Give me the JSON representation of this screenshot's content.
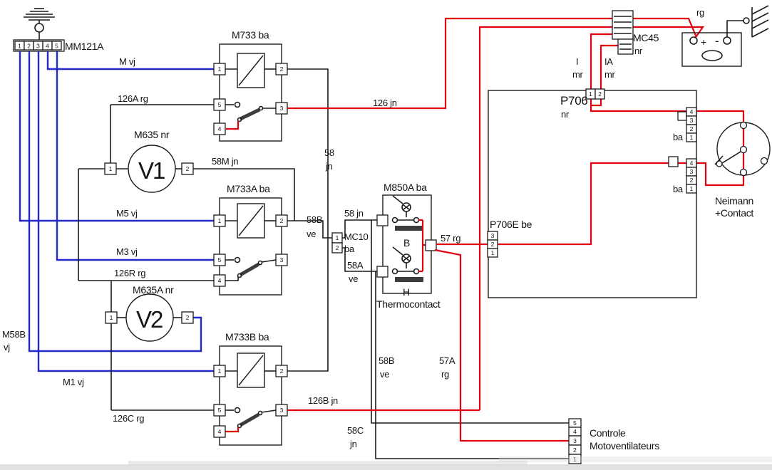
{
  "colors": {
    "wire_black": "#1c1c1c",
    "wire_red": "#e10010",
    "wire_blue": "#2328c8",
    "background": "#ffffff"
  },
  "mm121a": {
    "label": "MM121A",
    "pins": [
      "1",
      "2",
      "3",
      "4",
      "5"
    ]
  },
  "wires": {
    "m_vj": "M vj",
    "a126a": "126A rg",
    "m58m": "58M jn",
    "m5_vj": "M5 vj",
    "m3_vj": "M3 vj",
    "a126r": "126R rg",
    "m58b_l1": "M58B",
    "m58b_l2": "vj",
    "m1_vj": "M1 vj",
    "a126c": "126C rg",
    "a126b": "126B jn",
    "j58_l1": "58",
    "j58_l2": "jn",
    "b58mc_l1": "58B",
    "b58mc_l2": "ve",
    "j58_b": "58 jn",
    "a58a_l1": "58A",
    "a58a_l2": "ve",
    "b58bot_l1": "58B",
    "b58bot_l2": "ve",
    "a57a_l1": "57A",
    "a57a_l2": "rg",
    "c58_l1": "58C",
    "c58_l2": "jn",
    "a126jn": "126 jn",
    "a57": "57 rg"
  },
  "relays": {
    "m733": {
      "title": "M733 ba",
      "pins": {
        "p1": "1",
        "p2": "2",
        "p5": "5",
        "p3": "3",
        "p4": "4"
      }
    },
    "m733a": {
      "title": "M733A ba",
      "pins": {
        "p1": "1",
        "p2": "2",
        "p5": "5",
        "p3": "3",
        "p4": "4"
      }
    },
    "m733b": {
      "title": "M733B ba",
      "pins": {
        "p1": "1",
        "p2": "2",
        "p5": "5",
        "p3": "3",
        "p4": "4"
      }
    }
  },
  "motors": {
    "v1": {
      "title": "M635 nr",
      "symbol": "V1",
      "pins": [
        "1",
        "2"
      ]
    },
    "v2": {
      "title": "M635A nr",
      "symbol": "V2",
      "pins": [
        "1",
        "2"
      ]
    }
  },
  "mc10": {
    "label": "MC10",
    "sub": "ba",
    "pins": [
      "1",
      "2"
    ]
  },
  "thermo": {
    "title": "M850A ba",
    "b": "B",
    "h": "H",
    "caption": "Thermocontact"
  },
  "mc45": {
    "label": "MC45",
    "sub": "nr",
    "wire_i": "I",
    "wire_i_sub": "mr",
    "wire_ia": "IA",
    "wire_ia_sub": "mr"
  },
  "p706": {
    "label": "P706",
    "sub": "nr",
    "pins": [
      "1",
      "2"
    ],
    "p706e_label": "P706E be",
    "p706e_pins": [
      "3",
      "2",
      "1"
    ],
    "ba_top": {
      "label": "ba",
      "pins": [
        "4",
        "3",
        "2",
        "1"
      ]
    },
    "ba_bottom": {
      "label": "ba",
      "pins": [
        "4",
        "3",
        "2",
        "1"
      ]
    }
  },
  "battery": {
    "plus": "+",
    "minus": "-",
    "wire": "rg"
  },
  "neimann": {
    "line1": "Neimann",
    "line2": "+Contact"
  },
  "controle": {
    "line1": "Controle",
    "line2": "Motoventilateurs",
    "pins": [
      "5",
      "4",
      "3",
      "2",
      "1"
    ]
  }
}
